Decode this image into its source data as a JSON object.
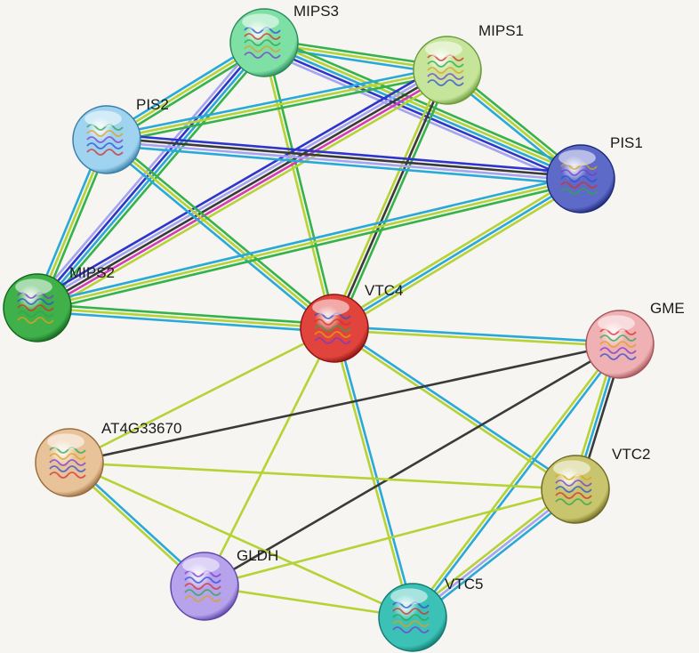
{
  "edge_colors": {
    "green": "#35b34a",
    "lime": "#b5d334",
    "cyan": "#29a9d8",
    "blue": "#2e35cc",
    "lavender": "#a4a4f0",
    "magenta": "#d43cb4",
    "black": "#3a3a3a"
  },
  "nodes": [
    {
      "id": "MIPS3",
      "label": "MIPS3",
      "color": "#7fe0a6",
      "dark": "#2a8a5a"
    },
    {
      "id": "MIPS1",
      "label": "MIPS1",
      "color": "#c7e59a",
      "dark": "#6a9a3a"
    },
    {
      "id": "PIS2",
      "label": "PIS2",
      "color": "#9fd3ef",
      "dark": "#3a7ea8"
    },
    {
      "id": "PIS1",
      "label": "PIS1",
      "color": "#5d6ac8",
      "dark": "#1e2a78"
    },
    {
      "id": "MIPS2",
      "label": "MIPS2",
      "color": "#3fb04a",
      "dark": "#15661f"
    },
    {
      "id": "VTC4",
      "label": "VTC4",
      "color": "#e0443d",
      "dark": "#8a1411"
    },
    {
      "id": "GME",
      "label": "GME",
      "color": "#efb1b3",
      "dark": "#a4565a"
    },
    {
      "id": "AT4G33670",
      "label": "AT4G33670",
      "color": "#e8c39a",
      "dark": "#9a6c3c"
    },
    {
      "id": "VTC2",
      "label": "VTC2",
      "color": "#c9c56e",
      "dark": "#6e6a22"
    },
    {
      "id": "GLDH",
      "label": "GLDH",
      "color": "#b7a2ec",
      "dark": "#5d46a8"
    },
    {
      "id": "VTC5",
      "label": "VTC5",
      "color": "#3cc1b6",
      "dark": "#137a72"
    }
  ],
  "edges": [
    {
      "source": "MIPS3",
      "target": "MIPS1",
      "types": [
        "green",
        "lime",
        "cyan"
      ]
    },
    {
      "source": "MIPS3",
      "target": "PIS2",
      "types": [
        "green",
        "lime",
        "cyan"
      ]
    },
    {
      "source": "MIPS3",
      "target": "PIS1",
      "types": [
        "green",
        "lime",
        "cyan",
        "blue",
        "lavender"
      ]
    },
    {
      "source": "MIPS3",
      "target": "MIPS2",
      "types": [
        "green",
        "cyan",
        "blue",
        "lavender"
      ]
    },
    {
      "source": "MIPS3",
      "target": "VTC4",
      "types": [
        "green",
        "lime"
      ]
    },
    {
      "source": "MIPS1",
      "target": "PIS2",
      "types": [
        "green",
        "lime",
        "cyan"
      ]
    },
    {
      "source": "MIPS1",
      "target": "PIS1",
      "types": [
        "green",
        "lime",
        "cyan"
      ]
    },
    {
      "source": "MIPS1",
      "target": "MIPS2",
      "types": [
        "lime",
        "magenta",
        "black",
        "lavender",
        "blue"
      ]
    },
    {
      "source": "MIPS1",
      "target": "VTC4",
      "types": [
        "green",
        "black",
        "lime"
      ]
    },
    {
      "source": "PIS2",
      "target": "PIS1",
      "types": [
        "blue",
        "black",
        "lavender",
        "cyan"
      ]
    },
    {
      "source": "PIS2",
      "target": "MIPS2",
      "types": [
        "green",
        "lime",
        "cyan"
      ]
    },
    {
      "source": "PIS2",
      "target": "VTC4",
      "types": [
        "green",
        "lime",
        "cyan"
      ]
    },
    {
      "source": "PIS1",
      "target": "MIPS2",
      "types": [
        "green",
        "lime",
        "cyan"
      ]
    },
    {
      "source": "PIS1",
      "target": "VTC4",
      "types": [
        "lime",
        "cyan",
        "lime"
      ]
    },
    {
      "source": "MIPS2",
      "target": "VTC4",
      "types": [
        "green",
        "lime",
        "cyan"
      ]
    },
    {
      "source": "VTC4",
      "target": "GME",
      "types": [
        "cyan",
        "lime"
      ]
    },
    {
      "source": "VTC4",
      "target": "AT4G33670",
      "types": [
        "lime"
      ]
    },
    {
      "source": "VTC4",
      "target": "VTC2",
      "types": [
        "cyan",
        "lime"
      ]
    },
    {
      "source": "VTC4",
      "target": "GLDH",
      "types": [
        "lime"
      ]
    },
    {
      "source": "VTC4",
      "target": "VTC5",
      "types": [
        "cyan",
        "lime"
      ]
    },
    {
      "source": "GME",
      "target": "AT4G33670",
      "types": [
        "black"
      ]
    },
    {
      "source": "GME",
      "target": "VTC2",
      "types": [
        "black",
        "cyan",
        "lime"
      ]
    },
    {
      "source": "GME",
      "target": "GLDH",
      "types": [
        "black"
      ]
    },
    {
      "source": "GME",
      "target": "VTC5",
      "types": [
        "cyan",
        "lime"
      ]
    },
    {
      "source": "AT4G33670",
      "target": "VTC2",
      "types": [
        "lime"
      ]
    },
    {
      "source": "AT4G33670",
      "target": "GLDH",
      "types": [
        "cyan",
        "lime"
      ]
    },
    {
      "source": "AT4G33670",
      "target": "VTC5",
      "types": [
        "lime"
      ]
    },
    {
      "source": "VTC2",
      "target": "GLDH",
      "types": [
        "lime"
      ]
    },
    {
      "source": "VTC2",
      "target": "VTC5",
      "types": [
        "cyan",
        "lavender",
        "lime"
      ]
    },
    {
      "source": "GLDH",
      "target": "VTC5",
      "types": [
        "lime"
      ]
    }
  ]
}
